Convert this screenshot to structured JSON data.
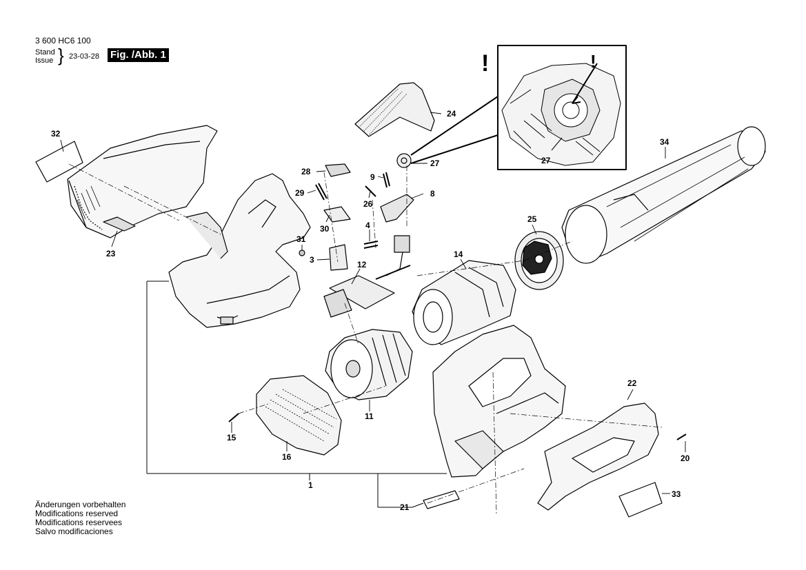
{
  "header": {
    "doc_number": "3 600 HC6 100",
    "stand_label": "Stand",
    "issue_label": "Issue",
    "issue_date": "23-03-28",
    "figure_label": "Fig. /Abb. 1"
  },
  "notes": [
    "Änderungen vorbehalten",
    "Modifications reserved",
    "Modifications reservees",
    "Salvo modificaciones"
  ],
  "parts": {
    "p1": "1",
    "p3": "3",
    "p4": "4",
    "p8": "8",
    "p9": "9",
    "p11": "11",
    "p12": "12",
    "p14": "14",
    "p15": "15",
    "p16": "16",
    "p20": "20",
    "p21": "21",
    "p22": "22",
    "p23": "23",
    "p24": "24",
    "p25": "25",
    "p26": "26",
    "p27": "27",
    "p27b": "27",
    "p28": "28",
    "p29": "29",
    "p30": "30",
    "p31": "31",
    "p32": "32",
    "p33": "33",
    "p34": "34"
  },
  "detail_warning": "!"
}
